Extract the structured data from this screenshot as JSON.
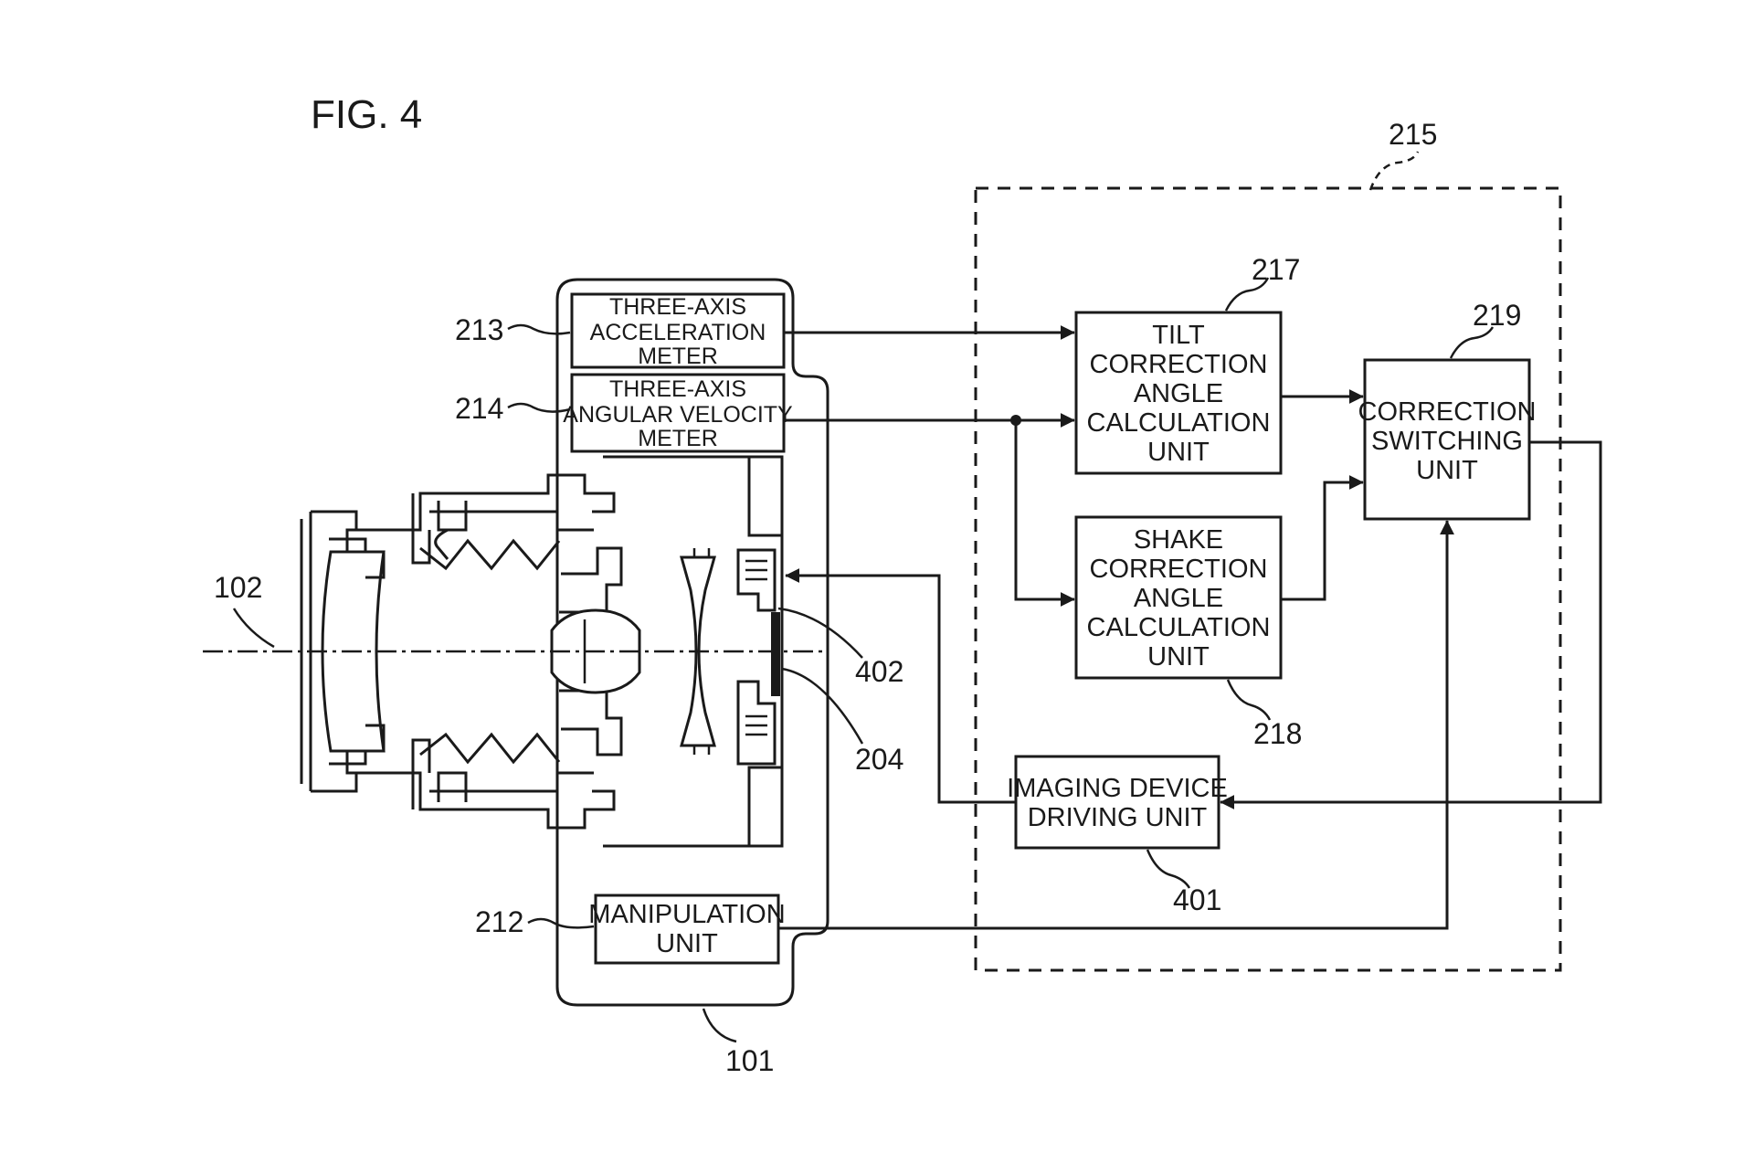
{
  "figure": {
    "label": "FIG. 4"
  },
  "blocks": {
    "acceleration_meter": {
      "ref": "213",
      "lines": [
        "THREE-AXIS",
        "ACCELERATION",
        "METER"
      ]
    },
    "angular_velocity_meter": {
      "ref": "214",
      "lines": [
        "THREE-AXIS",
        "ANGULAR VELOCITY",
        "METER"
      ]
    },
    "tilt_correction": {
      "ref": "217",
      "lines": [
        "TILT",
        "CORRECTION",
        "ANGLE",
        "CALCULATION",
        "UNIT"
      ]
    },
    "shake_correction": {
      "ref": "218",
      "lines": [
        "SHAKE",
        "CORRECTION",
        "ANGLE",
        "CALCULATION",
        "UNIT"
      ]
    },
    "correction_switching": {
      "ref": "219",
      "lines": [
        "CORRECTION",
        "SWITCHING",
        "UNIT"
      ]
    },
    "imaging_device_driving": {
      "ref": "401",
      "lines": [
        "IMAGING DEVICE",
        "DRIVING UNIT"
      ]
    },
    "manipulation": {
      "ref": "212",
      "lines": [
        "MANIPULATION",
        "UNIT"
      ]
    }
  },
  "refs": {
    "control_group": "215",
    "optical_axis": "102",
    "camera_body": "101",
    "imaging_element": "402",
    "image_sensor": "204"
  },
  "colors": {
    "ink": "#1a1a1a",
    "background": "#ffffff"
  }
}
